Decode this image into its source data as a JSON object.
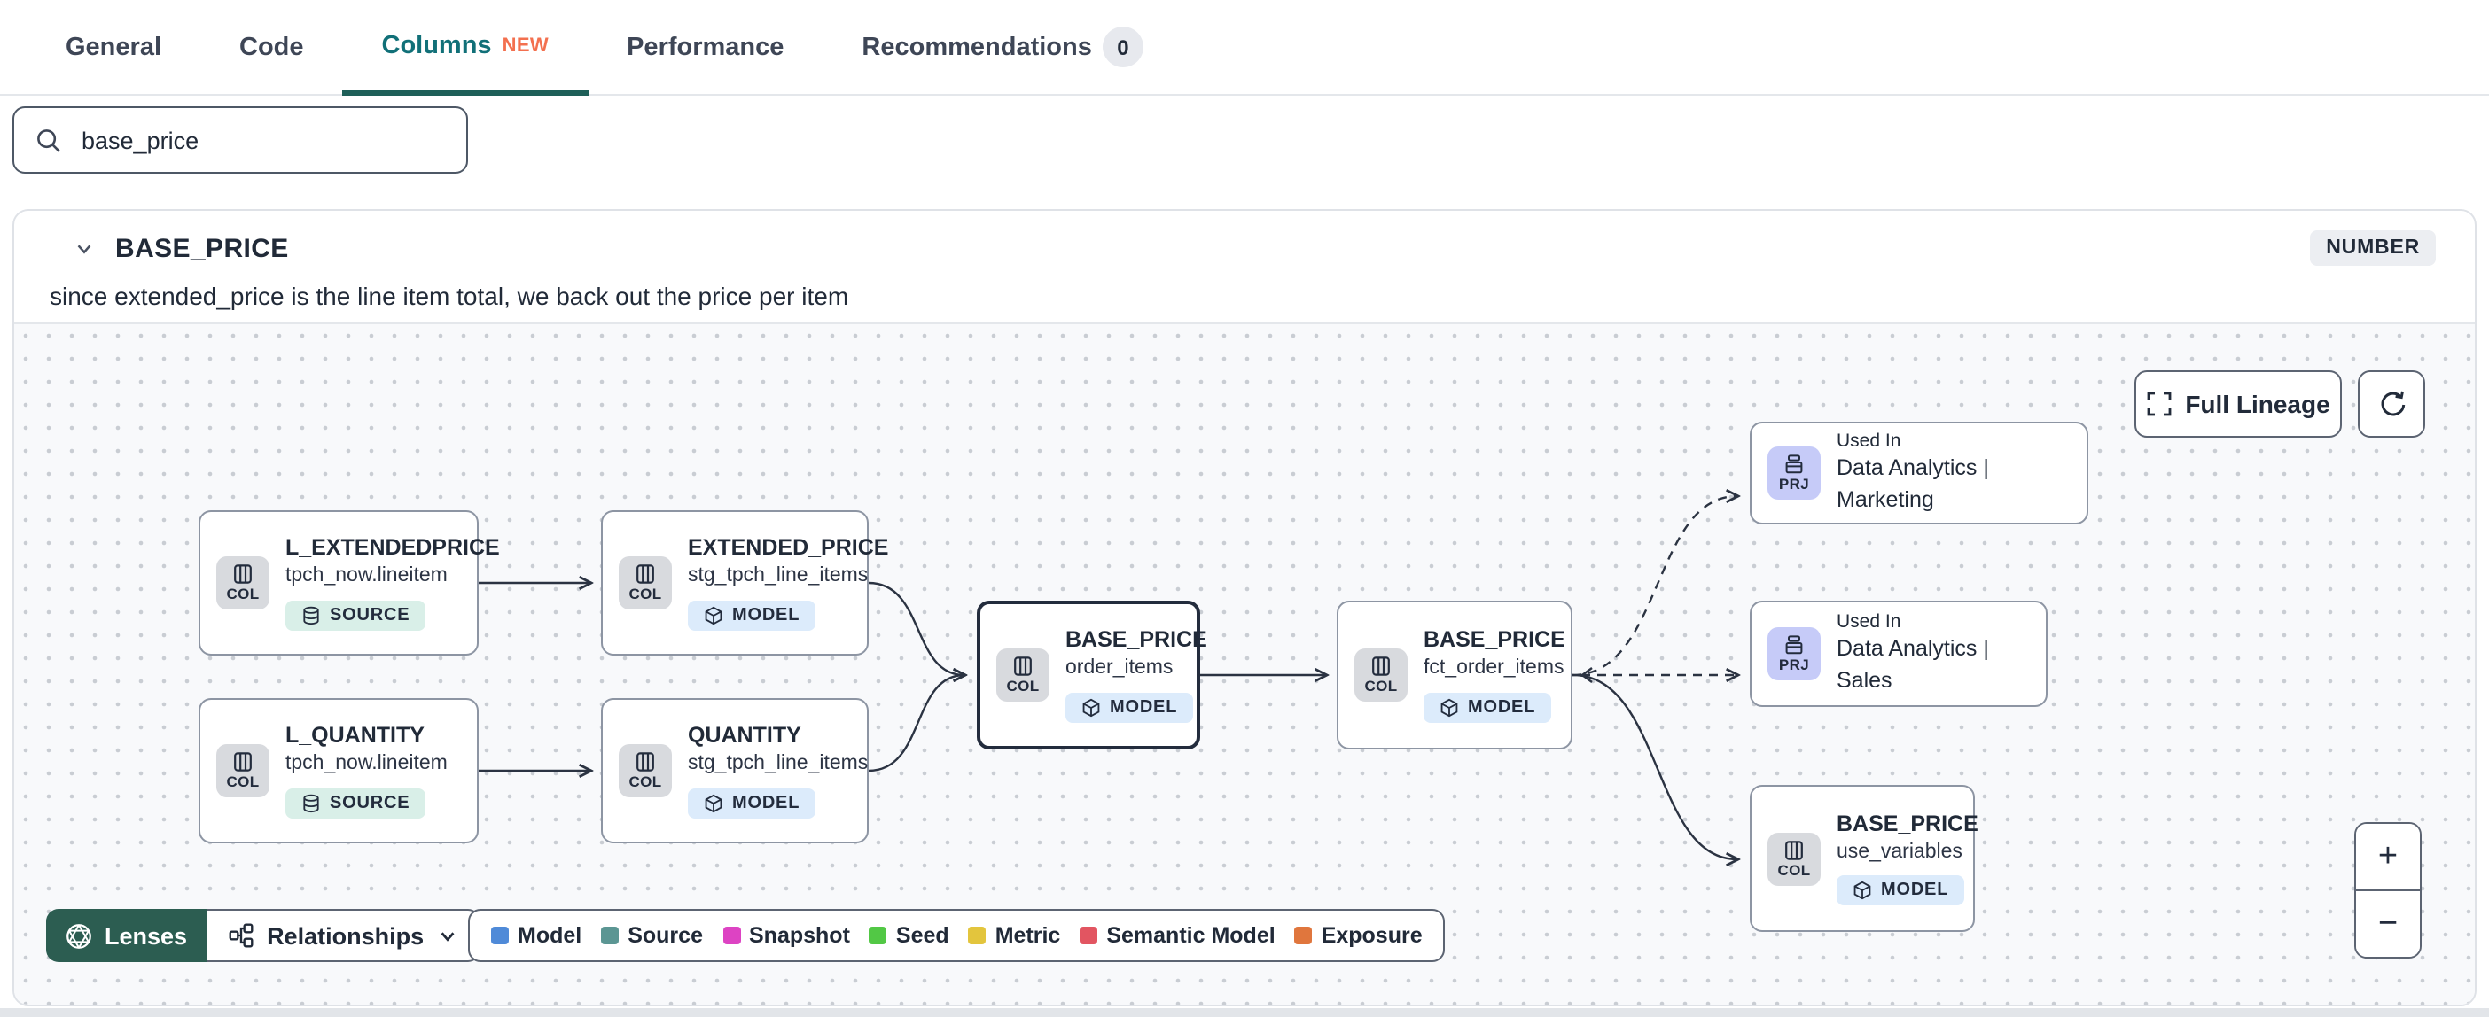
{
  "tabs": {
    "items": [
      {
        "label": "General"
      },
      {
        "label": "Code"
      },
      {
        "label": "Columns",
        "badge": "NEW"
      },
      {
        "label": "Performance"
      },
      {
        "label": "Recommendations",
        "count": "0"
      }
    ]
  },
  "search": {
    "value": "base_price"
  },
  "column_panel": {
    "title": "BASE_PRICE",
    "type_badge": "NUMBER",
    "description": "since extended_price is the line item total, we back out the price per item"
  },
  "lineage": {
    "controls": {
      "full_lineage_label": "Full Lineage",
      "zoom_in": "+",
      "zoom_out": "−"
    },
    "toolbar": {
      "lenses_label": "Lenses",
      "relationships_label": "Relationships"
    },
    "legend": [
      {
        "label": "Model",
        "color": "#4f8ad8"
      },
      {
        "label": "Source",
        "color": "#5b9693"
      },
      {
        "label": "Snapshot",
        "color": "#dd43c3"
      },
      {
        "label": "Seed",
        "color": "#52c845"
      },
      {
        "label": "Metric",
        "color": "#e3c53d"
      },
      {
        "label": "Semantic Model",
        "color": "#e25561"
      },
      {
        "label": "Exposure",
        "color": "#e0763d"
      }
    ],
    "nodes": [
      {
        "kind": "COL",
        "title": "L_EXTENDEDPRICE",
        "subtitle": "tpch_now.lineitem",
        "badge": "SOURCE"
      },
      {
        "kind": "COL",
        "title": "EXTENDED_PRICE",
        "subtitle": "stg_tpch_line_items",
        "badge": "MODEL"
      },
      {
        "kind": "COL",
        "title": "L_QUANTITY",
        "subtitle": "tpch_now.lineitem",
        "badge": "SOURCE"
      },
      {
        "kind": "COL",
        "title": "QUANTITY",
        "subtitle": "stg_tpch_line_items",
        "badge": "MODEL"
      },
      {
        "kind": "COL",
        "title": "BASE_PRICE",
        "subtitle": "order_items",
        "badge": "MODEL"
      },
      {
        "kind": "COL",
        "title": "BASE_PRICE",
        "subtitle": "fct_order_items",
        "badge": "MODEL"
      },
      {
        "kind": "PRJ",
        "used_in": "Used In",
        "title": "Data Analytics | Marketing"
      },
      {
        "kind": "PRJ",
        "used_in": "Used In",
        "title": "Data Analytics | Sales"
      },
      {
        "kind": "COL",
        "title": "BASE_PRICE",
        "subtitle": "use_variables",
        "badge": "MODEL"
      }
    ]
  }
}
